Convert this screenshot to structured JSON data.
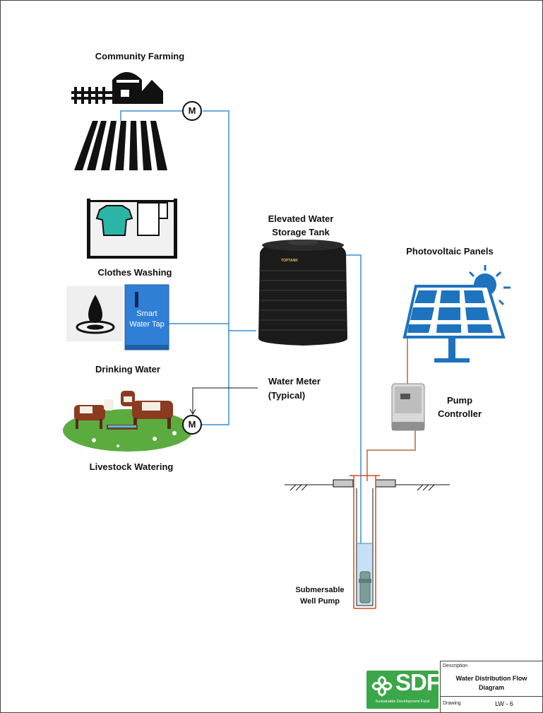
{
  "labels": {
    "community_farming": "Community Farming",
    "clothes_washing": "Clothes Washing",
    "drinking_water": "Drinking Water",
    "livestock_watering": "Livestock Watering",
    "tank_line1": "Elevated Water",
    "tank_line2": "Storage Tank",
    "photovoltaic": "Photovoltaic Panels",
    "pump_ctrl_line1": "Pump",
    "pump_ctrl_line2": "Controller",
    "meter_line1": "Water Meter",
    "meter_line2": "(Typical)",
    "sub_pump_line1": "Submersable",
    "sub_pump_line2": "Well Pump",
    "smart_tap_line1": "Smart",
    "smart_tap_line2": "Water Tap",
    "meter_symbol": "M",
    "tank_brand": "TOPTANK"
  },
  "title_block": {
    "description_caption": "Description",
    "description_line1": "Water Distribution Flow",
    "description_line2": "Diagram",
    "drawing_caption": "Drawing",
    "drawing_value": "LW - 6"
  },
  "logo": {
    "text": "SDF",
    "subtitle": "Sustainable Development Fund"
  },
  "colors": {
    "water_line": "#3c8fd0",
    "power_line": "#b5683a",
    "brand_green": "#3aa748",
    "solar_blue": "#1e73be",
    "tap_blue": "#2f7fd6"
  }
}
